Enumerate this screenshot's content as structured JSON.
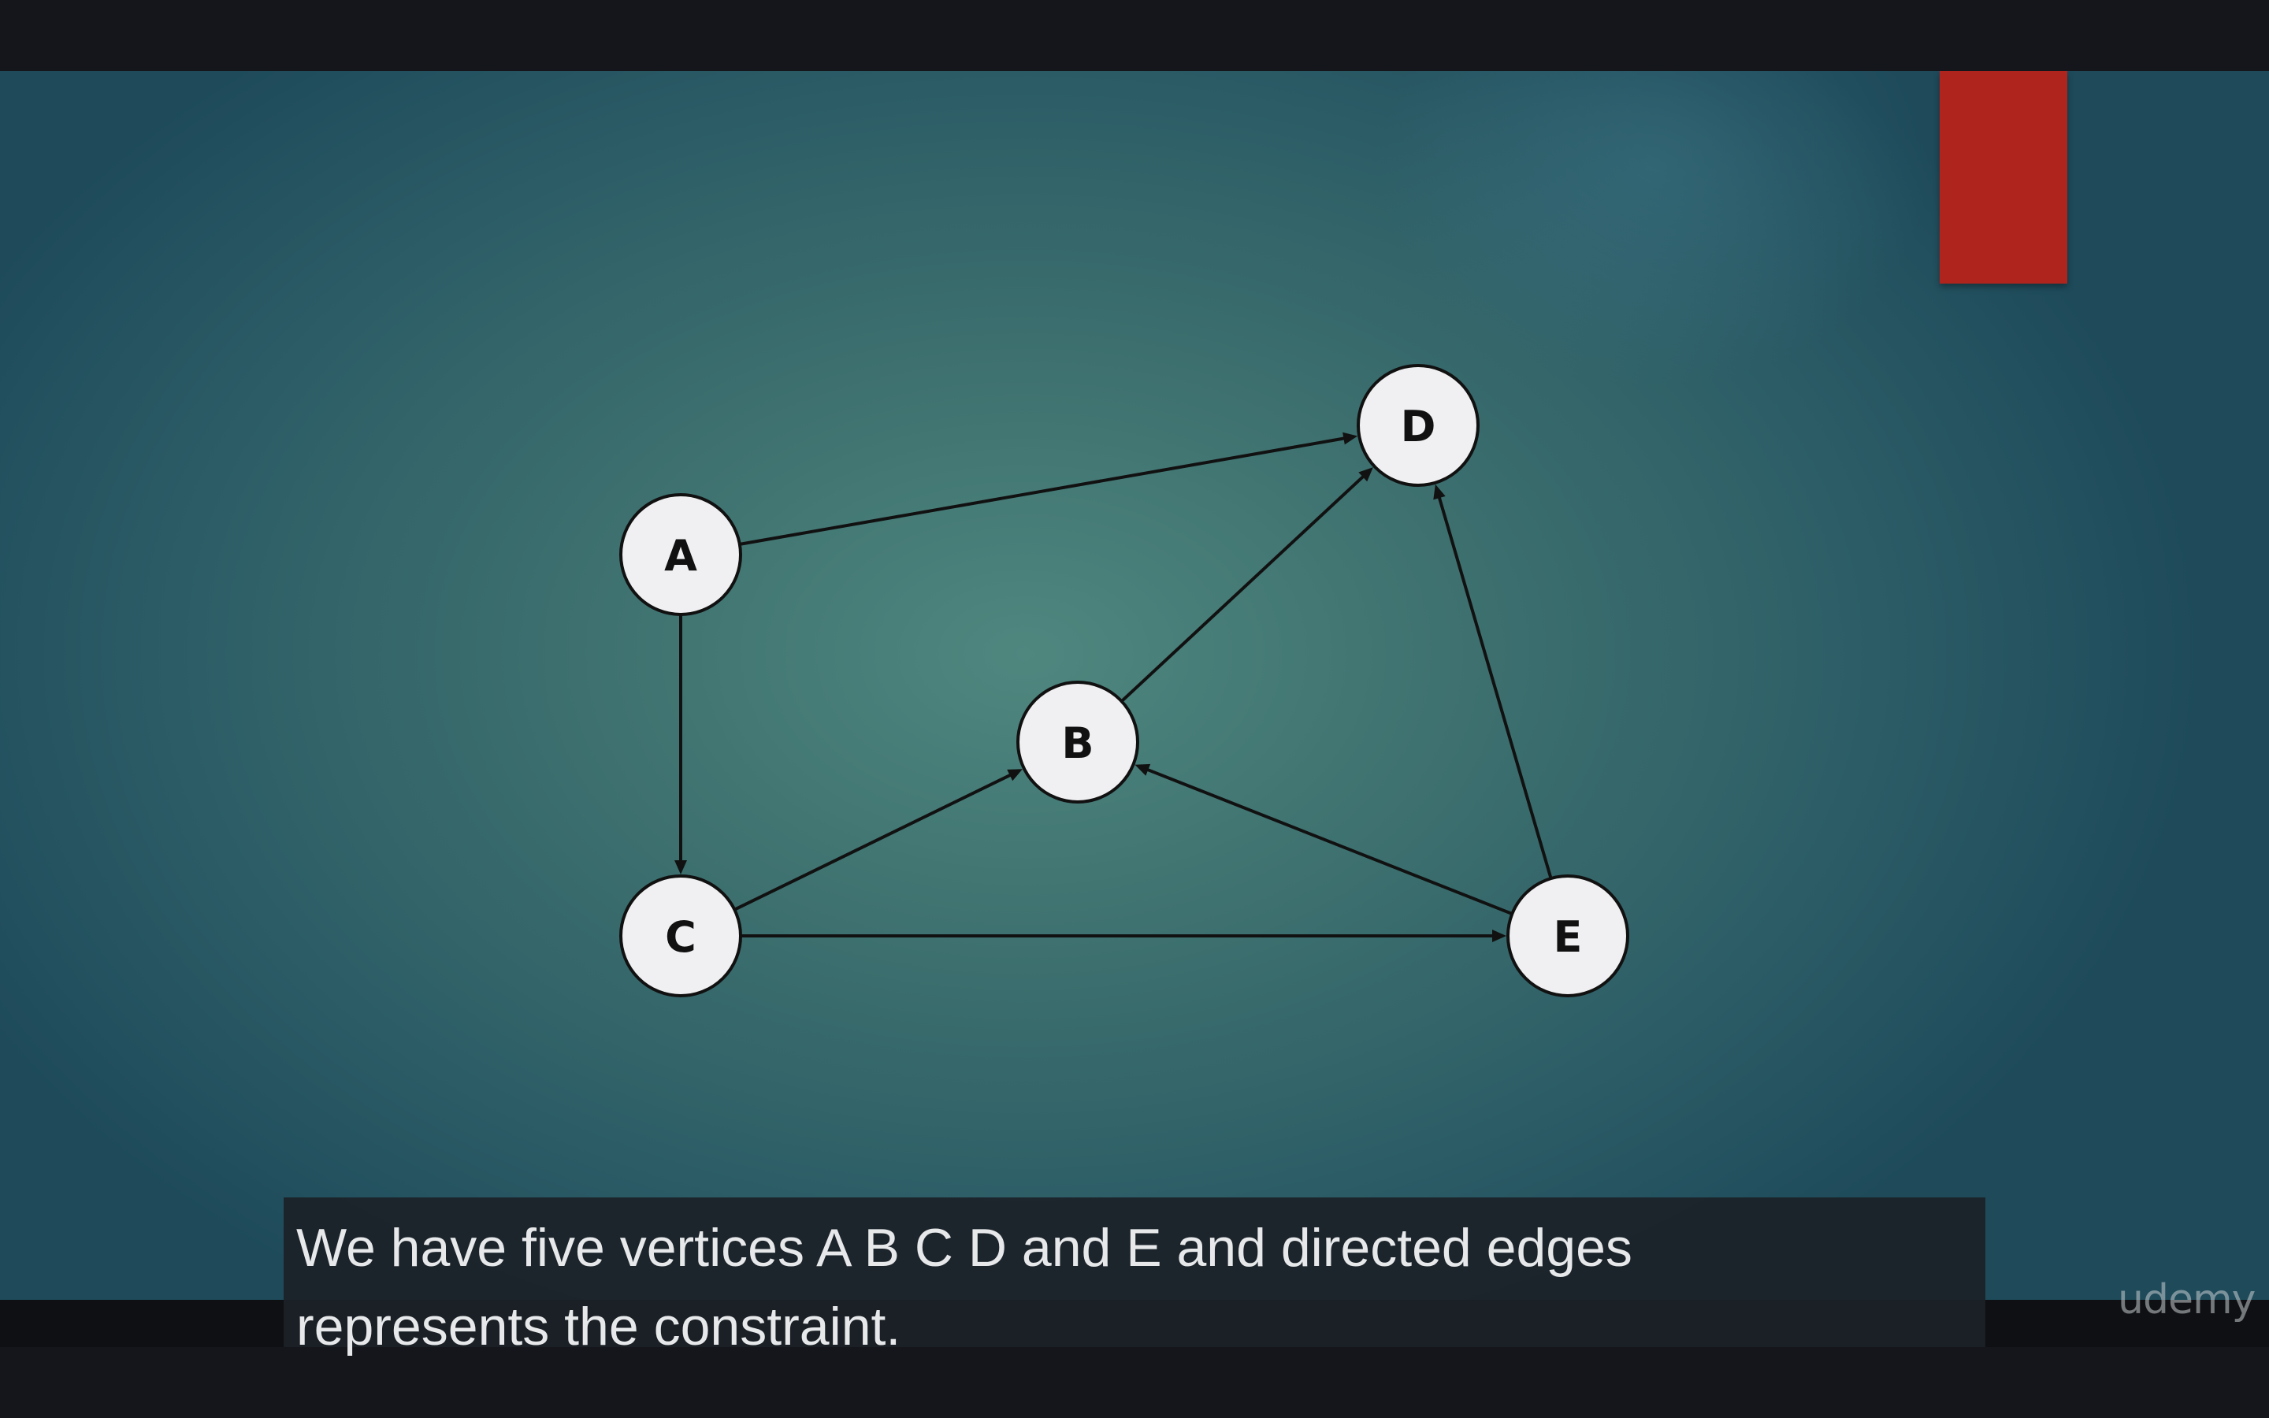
{
  "slide": {
    "nodes": [
      {
        "id": "A",
        "label": "A"
      },
      {
        "id": "B",
        "label": "B"
      },
      {
        "id": "C",
        "label": "C"
      },
      {
        "id": "D",
        "label": "D"
      },
      {
        "id": "E",
        "label": "E"
      }
    ],
    "edges": [
      {
        "from": "A",
        "to": "D"
      },
      {
        "from": "A",
        "to": "C"
      },
      {
        "from": "C",
        "to": "B"
      },
      {
        "from": "C",
        "to": "E"
      },
      {
        "from": "B",
        "to": "D"
      },
      {
        "from": "E",
        "to": "B"
      },
      {
        "from": "E",
        "to": "D"
      }
    ],
    "accent_color": "#b0241e",
    "node_fill": "#f0f0f2",
    "edge_color": "#111111"
  },
  "caption": {
    "line1": "We have five vertices A B C D and E and directed edges",
    "line2": "represents the constraint."
  },
  "watermark": {
    "text": "udemy"
  }
}
